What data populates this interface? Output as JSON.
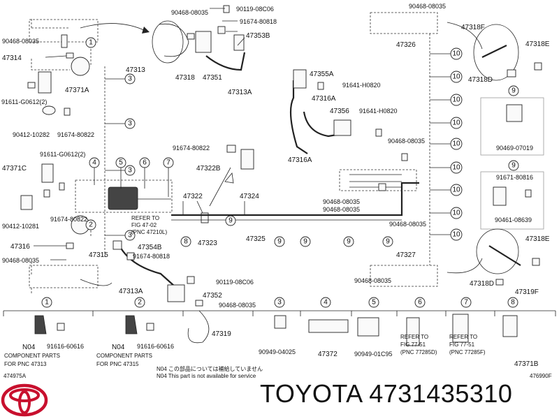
{
  "brand": {
    "name": "TOYOTA",
    "part_number": "4731435310"
  },
  "diagram": {
    "corner_codes": {
      "left": "474975A",
      "right": "476990F"
    },
    "labels": {
      "p90468_tl": "90468-08035",
      "p47314": "47314",
      "p47313_l": "47313",
      "p47371A": "47371A",
      "p91611_a": "91611-G0612(2)",
      "p90412_a": "90412-10282",
      "p91674_a": "91674-80822",
      "p91611_b": "91611-G0612(2)",
      "p47371C": "47371C",
      "p90412_b": "90412-10281",
      "p91674_b": "91674-80822",
      "p47316_l": "47316",
      "p90468_l": "90468-08035",
      "p47315": "47315",
      "p90468_top": "90468-08035",
      "p90119_top": "90119-08C06",
      "p91674_80818_top": "91674-80818",
      "p47353B": "47353B",
      "p47318": "47318",
      "p47351": "47351",
      "p47313A_top": "47313A",
      "p91674_80822_mid": "91674-80822",
      "p47322B": "47322B",
      "p47322": "47322",
      "p47324": "47324",
      "p47323": "47323",
      "p47325": "47325",
      "p47354B": "47354B",
      "p91674_80818_mid": "91674-80818",
      "p47313A_bot": "47313A",
      "p90119_bot": "90119-08C06",
      "p47352": "47352",
      "p90468_bot": "90468-08035",
      "p47319": "47319",
      "p47355A": "47355A",
      "p91641_H0820_a": "91641-H0820",
      "p47316A_top": "47316A",
      "p47356": "47356",
      "p91641_H0820_b": "91641-H0820",
      "p47316A_bot": "47316A",
      "p90468_r1": "90468-08035",
      "p90468_r2": "90468-08035",
      "p90468_r3": "90468-08035",
      "p90468_r4": "90468-08035",
      "p90468_tr": "90468-08035",
      "p47326": "47326",
      "p47318F": "47318F",
      "p47318E": "47318E",
      "p47318D_top": "47318D",
      "p90469": "90469-07019",
      "p91671": "91671-80816",
      "p90461": "90461-08639",
      "p47327": "47327",
      "p47318E_b": "47318E",
      "p90468_br": "90468-08035",
      "p47318D_bot": "47318D",
      "p47319F": "47319F",
      "refer_a": "REFER TO",
      "refer_b": "FIG 47-02",
      "refer_c": "(PNC 47210L)"
    },
    "callouts": [
      "1",
      "2",
      "3",
      "4",
      "5",
      "6",
      "7",
      "8",
      "9",
      "10"
    ],
    "legend": [
      {
        "num": "1",
        "parts": [
          "N04",
          "91616-60616"
        ],
        "note1": "COMPONENT PARTS",
        "note2": "FOR PNC 47313"
      },
      {
        "num": "2",
        "parts": [
          "N04",
          "91616-60616"
        ],
        "note1": "COMPONENT PARTS",
        "note2": "FOR PNC 47315"
      },
      {
        "num": "3",
        "parts": [
          "90949-04025"
        ]
      },
      {
        "num": "4",
        "parts": [
          "47372"
        ]
      },
      {
        "num": "5",
        "parts": [
          "90949-01C95"
        ]
      },
      {
        "num": "6",
        "refer": [
          "REFER TO",
          "FIG 77-51",
          "(PNC 77285D)"
        ]
      },
      {
        "num": "7",
        "refer": [
          "REFER TO",
          "FIG 77-51",
          "(PNC 77285F)"
        ]
      },
      {
        "num": "8",
        "parts": [
          "47371B"
        ]
      }
    ],
    "footnote_jp": "N04 この部品については補給していません",
    "footnote_en": "N04 This part is not available for service"
  }
}
